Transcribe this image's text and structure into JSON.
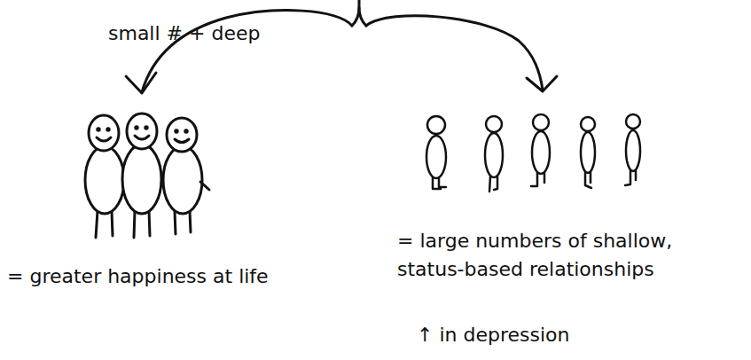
{
  "diagram": {
    "labels": [
      "small # + deep",
      "= greater happiness at life",
      "= large numbers of shallow, status-based relationships",
      "↑ in depression"
    ]
  }
}
